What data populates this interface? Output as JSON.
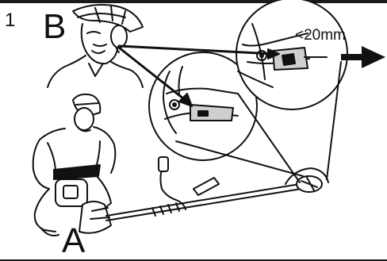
{
  "figure": {
    "step_number": "1",
    "operator_top_label": "B",
    "operator_bottom_label": "A",
    "gap_measurement": "<20mm"
  },
  "icons": {
    "direction_arrow": "right-arrow-icon"
  },
  "colors": {
    "ink": "#111111",
    "paper": "#ffffff",
    "shade": "#cfcfcf"
  }
}
